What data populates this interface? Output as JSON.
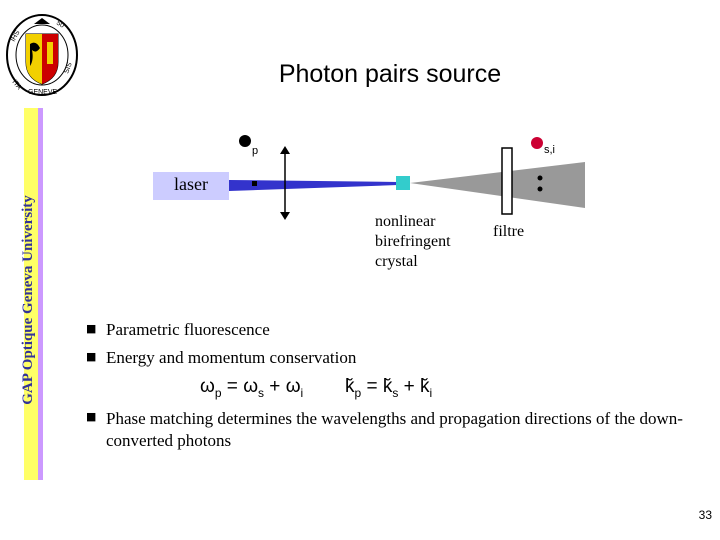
{
  "slide": {
    "title": "Photon pairs source",
    "side_label": "GAP Optique   Geneva University",
    "page_number": "33"
  },
  "diagram": {
    "laser_label": "laser",
    "pump_label": "p",
    "signal_idler_label": "s,i",
    "crystal_label": [
      "nonlinear",
      "birefringent",
      "crystal"
    ],
    "filter_label": "filtre",
    "colors": {
      "laser_box": "#ccccff",
      "beam": "#3333cc",
      "crystal": "#33cccc",
      "cone": "#999999",
      "pump_dot": "#000000",
      "signal_dot": "#cc0033"
    }
  },
  "bullets": [
    "Parametric fluorescence",
    "Energy and momentum conservation",
    "Phase matching determines the wavelengths and propagation directions of the down-converted photons"
  ],
  "equations": {
    "energy": {
      "lhs": "ω",
      "lhs_sub": "p",
      "eq": " = ",
      "t1": "ω",
      "t1_sub": "s",
      "plus": " + ",
      "t2": "ω",
      "t2_sub": "i"
    },
    "momentum": {
      "lhs": "k̆",
      "lhs_sub": "p",
      "eq": " = ",
      "t1": "k̆",
      "t1_sub": "s",
      "plus": " + ",
      "t2": "k̆",
      "t2_sub": "i"
    }
  }
}
